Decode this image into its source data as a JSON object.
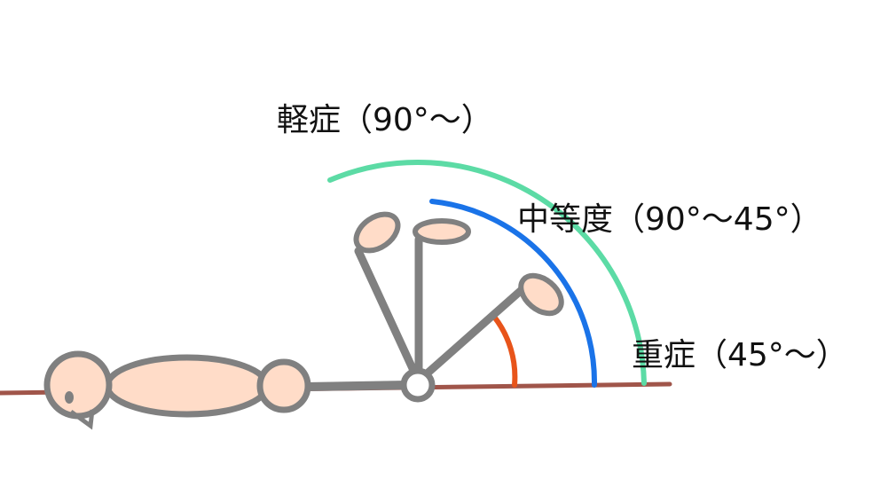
{
  "diagram": {
    "labels": {
      "mild": "軽症（90°〜）",
      "moderate": "中等度（90°〜45°）",
      "severe": "重症（45°〜）"
    },
    "colors": {
      "mild_arc": "#5cdba5",
      "moderate_arc": "#1a73e8",
      "severe_arc": "#e8541a",
      "floor": "#a0554a",
      "limb_outline": "#808080",
      "skin": "#ffdcc8"
    }
  }
}
